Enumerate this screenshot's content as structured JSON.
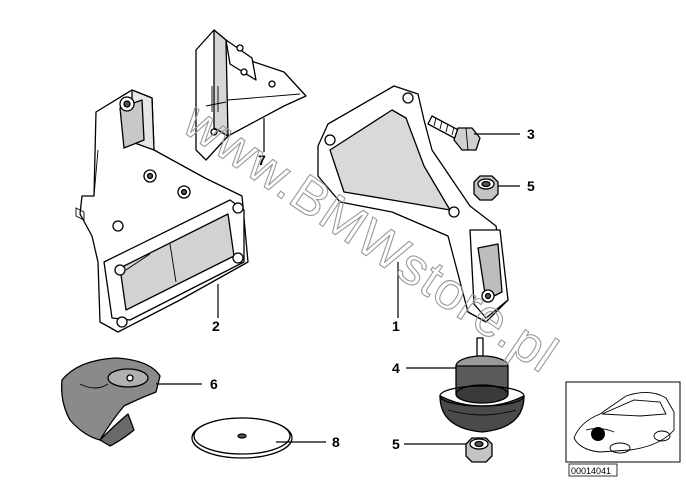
{
  "watermark": "www.BMWstore.pl",
  "diagram_number": "00014041",
  "callouts": {
    "c1": "1",
    "c2": "2",
    "c3": "3",
    "c4": "4",
    "c5a": "5",
    "c5b": "5",
    "c6": "6",
    "c7": "7",
    "c8": "8"
  },
  "colors": {
    "line": "#000000",
    "part_fill": "#ffffff",
    "shade": "#b8b8b8",
    "dark": "#3a3a3a",
    "watermark": "#9a9a9a"
  }
}
